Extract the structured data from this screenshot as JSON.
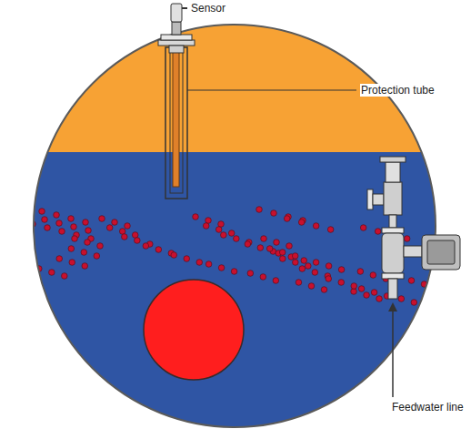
{
  "diagram": {
    "labels": [
      "Sensor",
      "Protection tube",
      "Feedwater line"
    ]
  }
}
